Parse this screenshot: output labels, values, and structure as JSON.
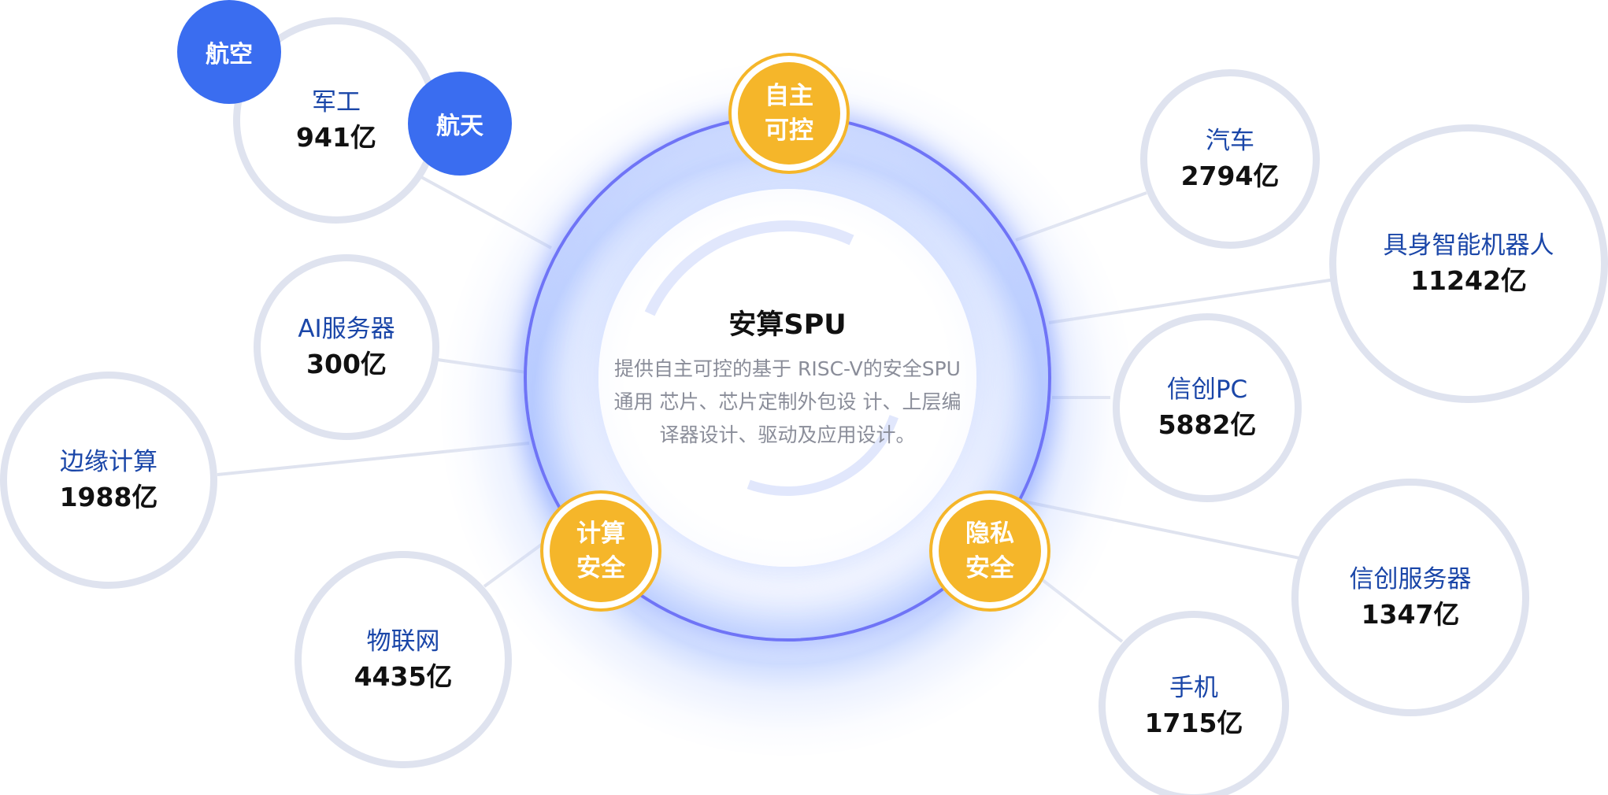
{
  "center": {
    "title": "安算SPU",
    "desc_line1": "提供自主可控的基于 RISC-V的安全SPU",
    "desc_line2": "通用 芯片、芯片定制外包设 计、上层编",
    "desc_line3": "译器设计、驱动及应用设计。"
  },
  "badges": {
    "autonomous": {
      "line1": "自主",
      "line2": "可控"
    },
    "compute": {
      "line1": "计算",
      "line2": "安全"
    },
    "privacy": {
      "line1": "隐私",
      "line2": "安全"
    }
  },
  "tags": {
    "aviation": "航空",
    "aerospace": "航天"
  },
  "markets": {
    "military": {
      "name": "军工",
      "value": "941亿"
    },
    "ai_server": {
      "name": "AI服务器",
      "value": "300亿"
    },
    "edge": {
      "name": "边缘计算",
      "value": "1988亿"
    },
    "iot": {
      "name": "物联网",
      "value": "4435亿"
    },
    "auto": {
      "name": "汽车",
      "value": "2794亿"
    },
    "robot": {
      "name": "具身智能机器人",
      "value": "11242亿"
    },
    "pc": {
      "name": "信创PC",
      "value": "5882亿"
    },
    "server": {
      "name": "信创服务器",
      "value": "1347亿"
    },
    "phone": {
      "name": "手机",
      "value": "1715亿"
    }
  },
  "colors": {
    "market_name": "#1a46a8",
    "bubble_border": "#dfe3ef",
    "tag_blue": "#3a6df0",
    "badge_yellow": "#f5b62a",
    "ring": "#6f74f6"
  }
}
